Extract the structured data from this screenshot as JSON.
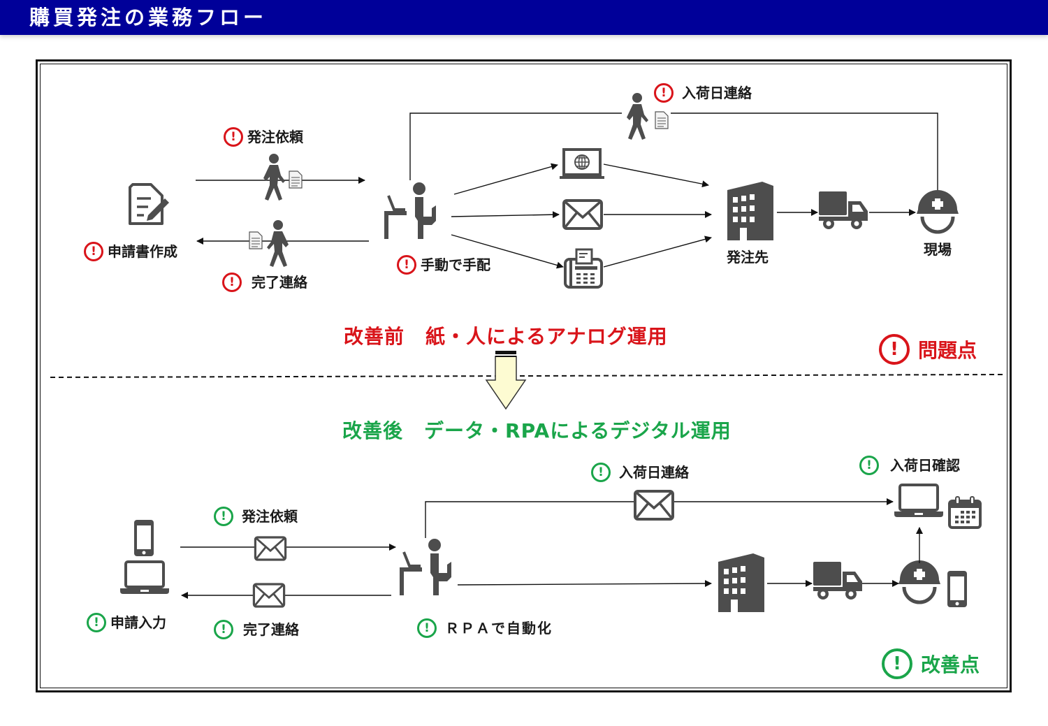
{
  "header": {
    "title": "購買発注の業務フロー",
    "bg_color": "#000099"
  },
  "colors": {
    "problem": "#d9141a",
    "improvement": "#1aa54a",
    "icon_gray": "#4d4d4d",
    "arrow_fill": "#fdfbd2"
  },
  "before": {
    "heading_prefix": "改善前",
    "heading_text": "紙・人によるアナログ運用",
    "labels": {
      "application": "申請書作成",
      "order_request": "発注依頼",
      "completion_notice": "完了連絡",
      "manual": "手動で手配",
      "arrival_notice": "入荷日連絡",
      "supplier": "発注先",
      "site": "現場"
    },
    "legend": "問題点"
  },
  "after": {
    "heading_prefix": "改善後",
    "heading_text": "データ・RPAによるデジタル運用",
    "labels": {
      "application": "申請入力",
      "order_request": "発注依頼",
      "completion_notice": "完了連絡",
      "rpa": "ＲＰＡで自動化",
      "arrival_notice": "入荷日連絡",
      "arrival_check": "入荷日確認"
    },
    "legend": "改善点"
  },
  "marks": {
    "exclamation": "!"
  }
}
